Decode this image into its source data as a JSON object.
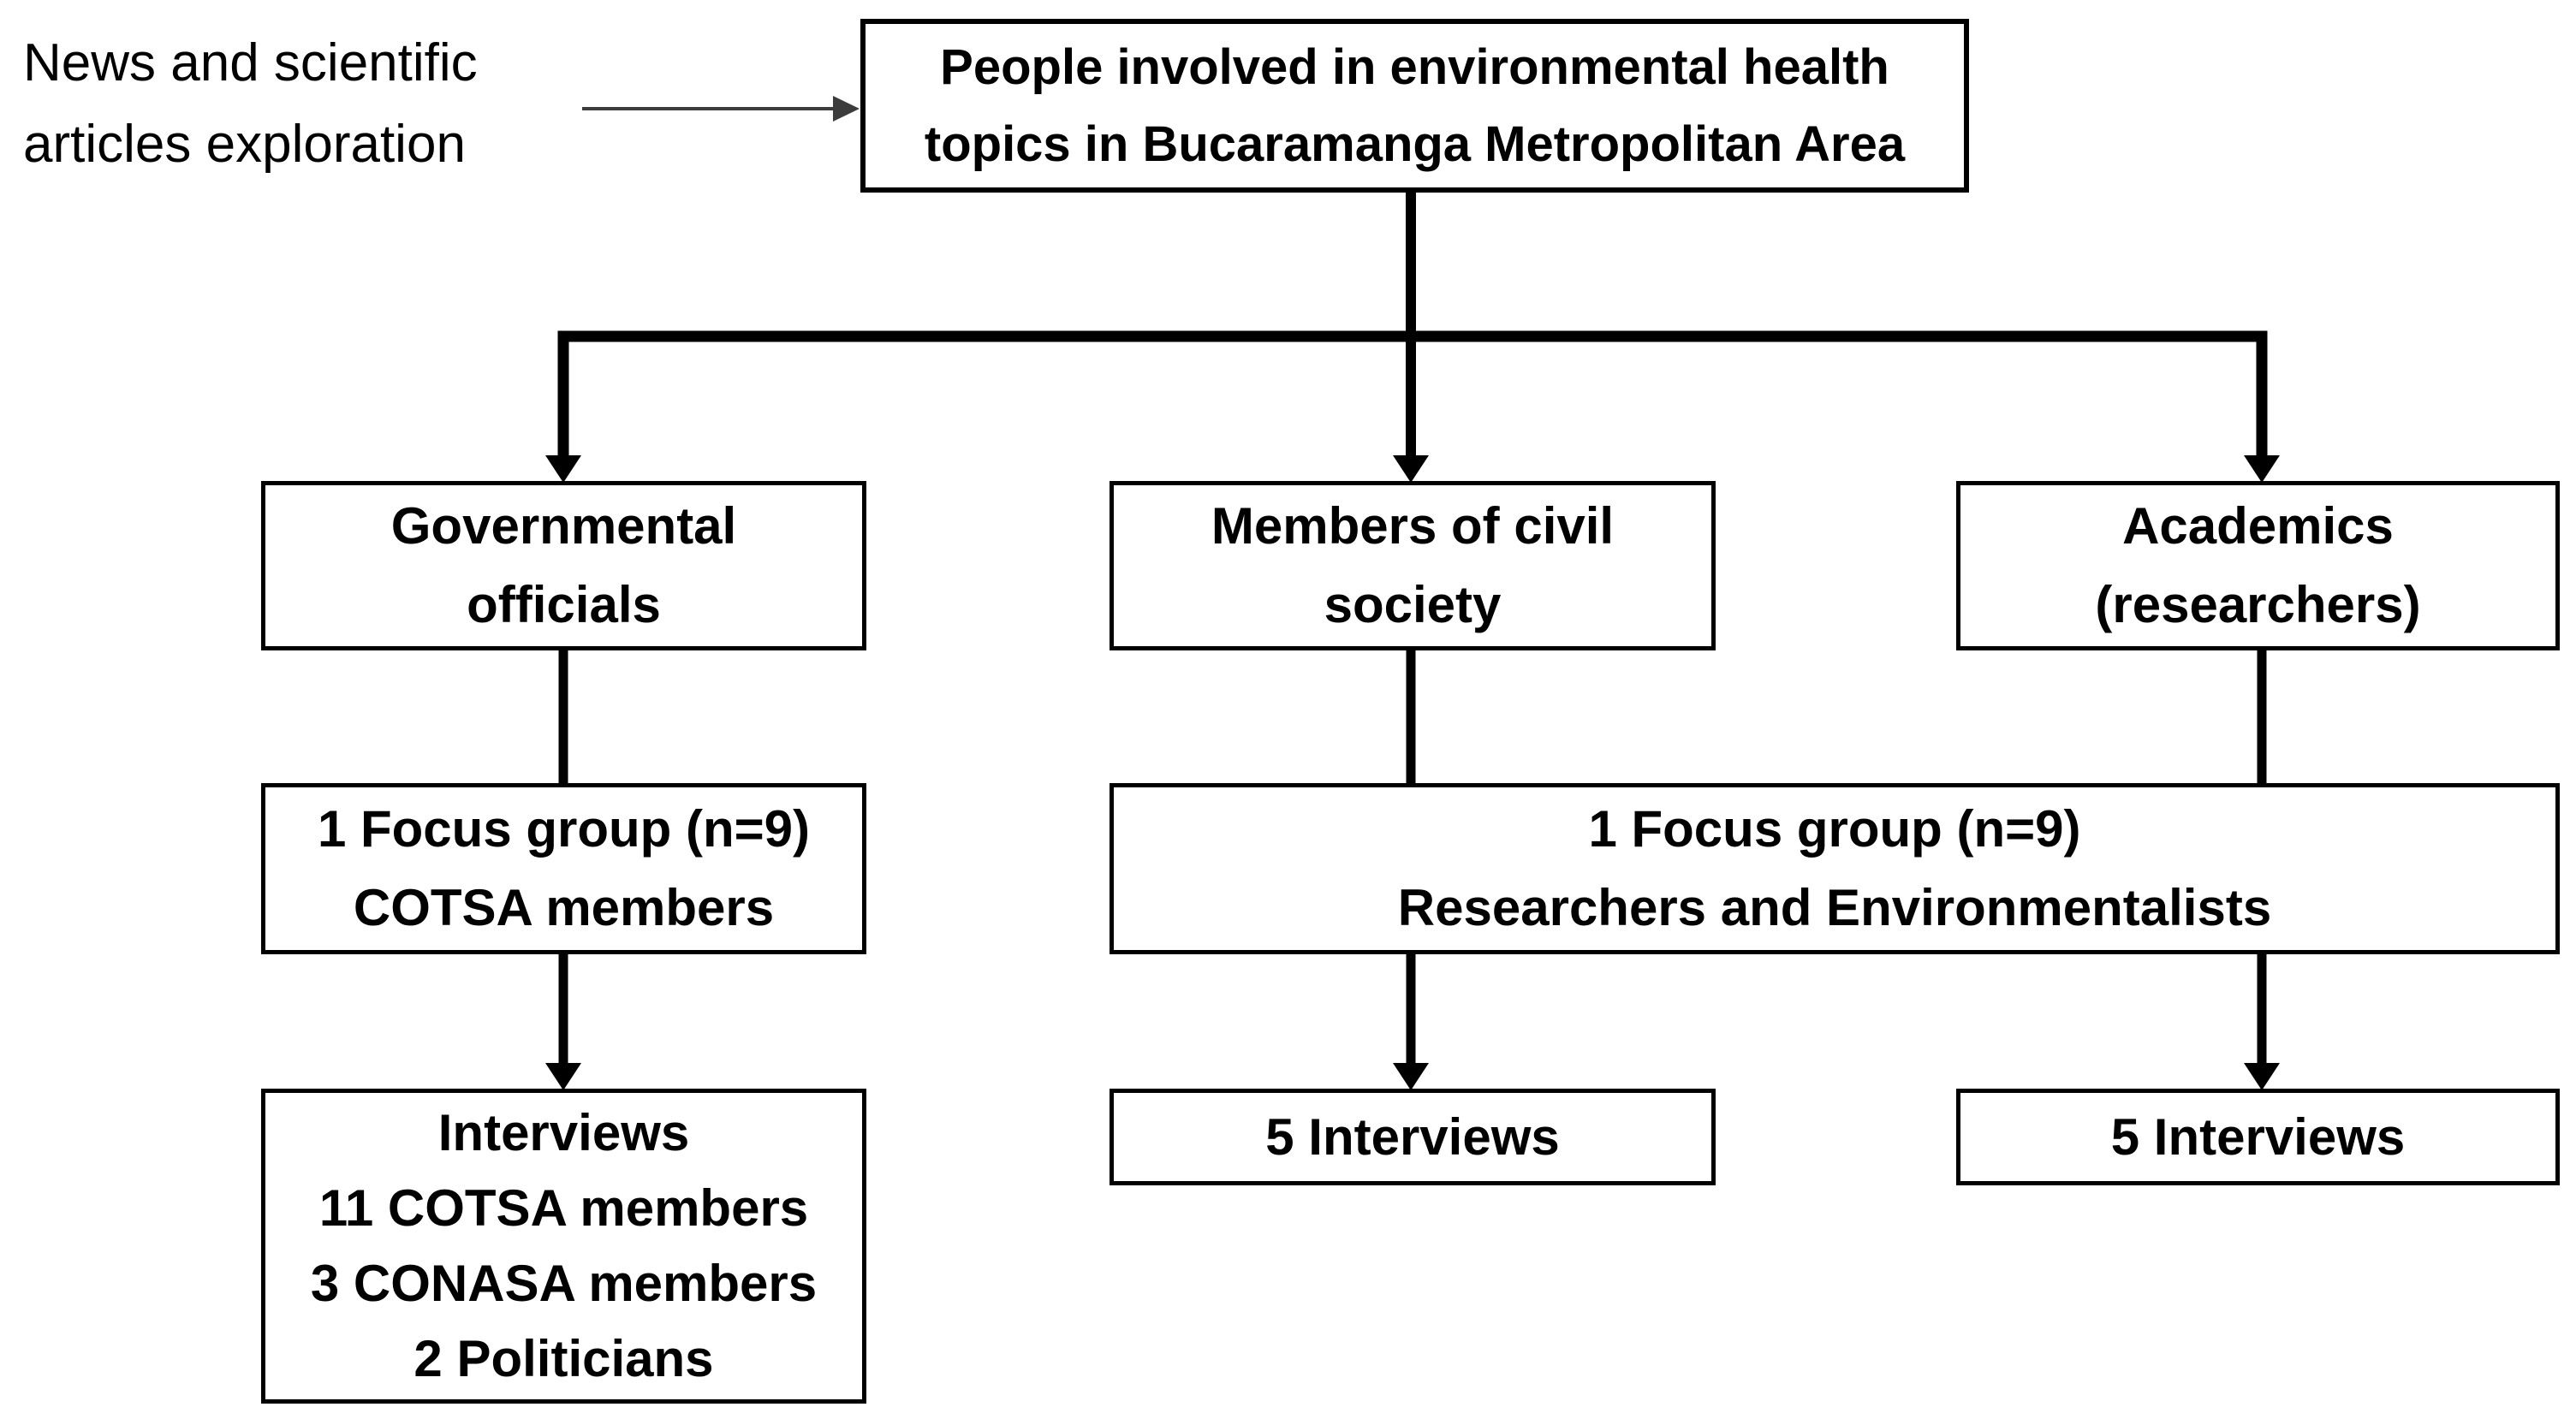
{
  "figure": {
    "annotation": {
      "lines": [
        "News and scientific",
        "articles exploration"
      ]
    },
    "root": {
      "lines": [
        "People involved in environmental health",
        "topics in Bucaramanga Metropolitan Area"
      ]
    },
    "level2": [
      {
        "id": "governmental-officials",
        "lines": [
          "Governmental",
          "officials"
        ]
      },
      {
        "id": "members-of-civil-society",
        "lines": [
          "Members of civil",
          "society"
        ]
      },
      {
        "id": "academics-researchers",
        "lines": [
          "Academics",
          "(researchers)"
        ]
      }
    ],
    "level3": [
      {
        "id": "focus-group-cotsa",
        "lines": [
          "1 Focus group (n=9)",
          "COTSA members"
        ]
      },
      {
        "id": "focus-group-researchers",
        "lines": [
          "1 Focus group (n=9)",
          "Researchers and Environmentalists"
        ]
      }
    ],
    "level4": [
      {
        "id": "interviews-governmental",
        "lines": [
          "Interviews",
          "11 COTSA members",
          "3 CONASA members",
          "2 Politicians"
        ]
      },
      {
        "id": "interviews-civil",
        "lines": [
          "5 Interviews"
        ]
      },
      {
        "id": "interviews-academics",
        "lines": [
          "5 Interviews"
        ]
      }
    ]
  },
  "colors": {
    "ink": "#000000",
    "bg": "#ffffff",
    "box_bg": "#ffffff",
    "thin_arrow": "#3c3c3c"
  }
}
